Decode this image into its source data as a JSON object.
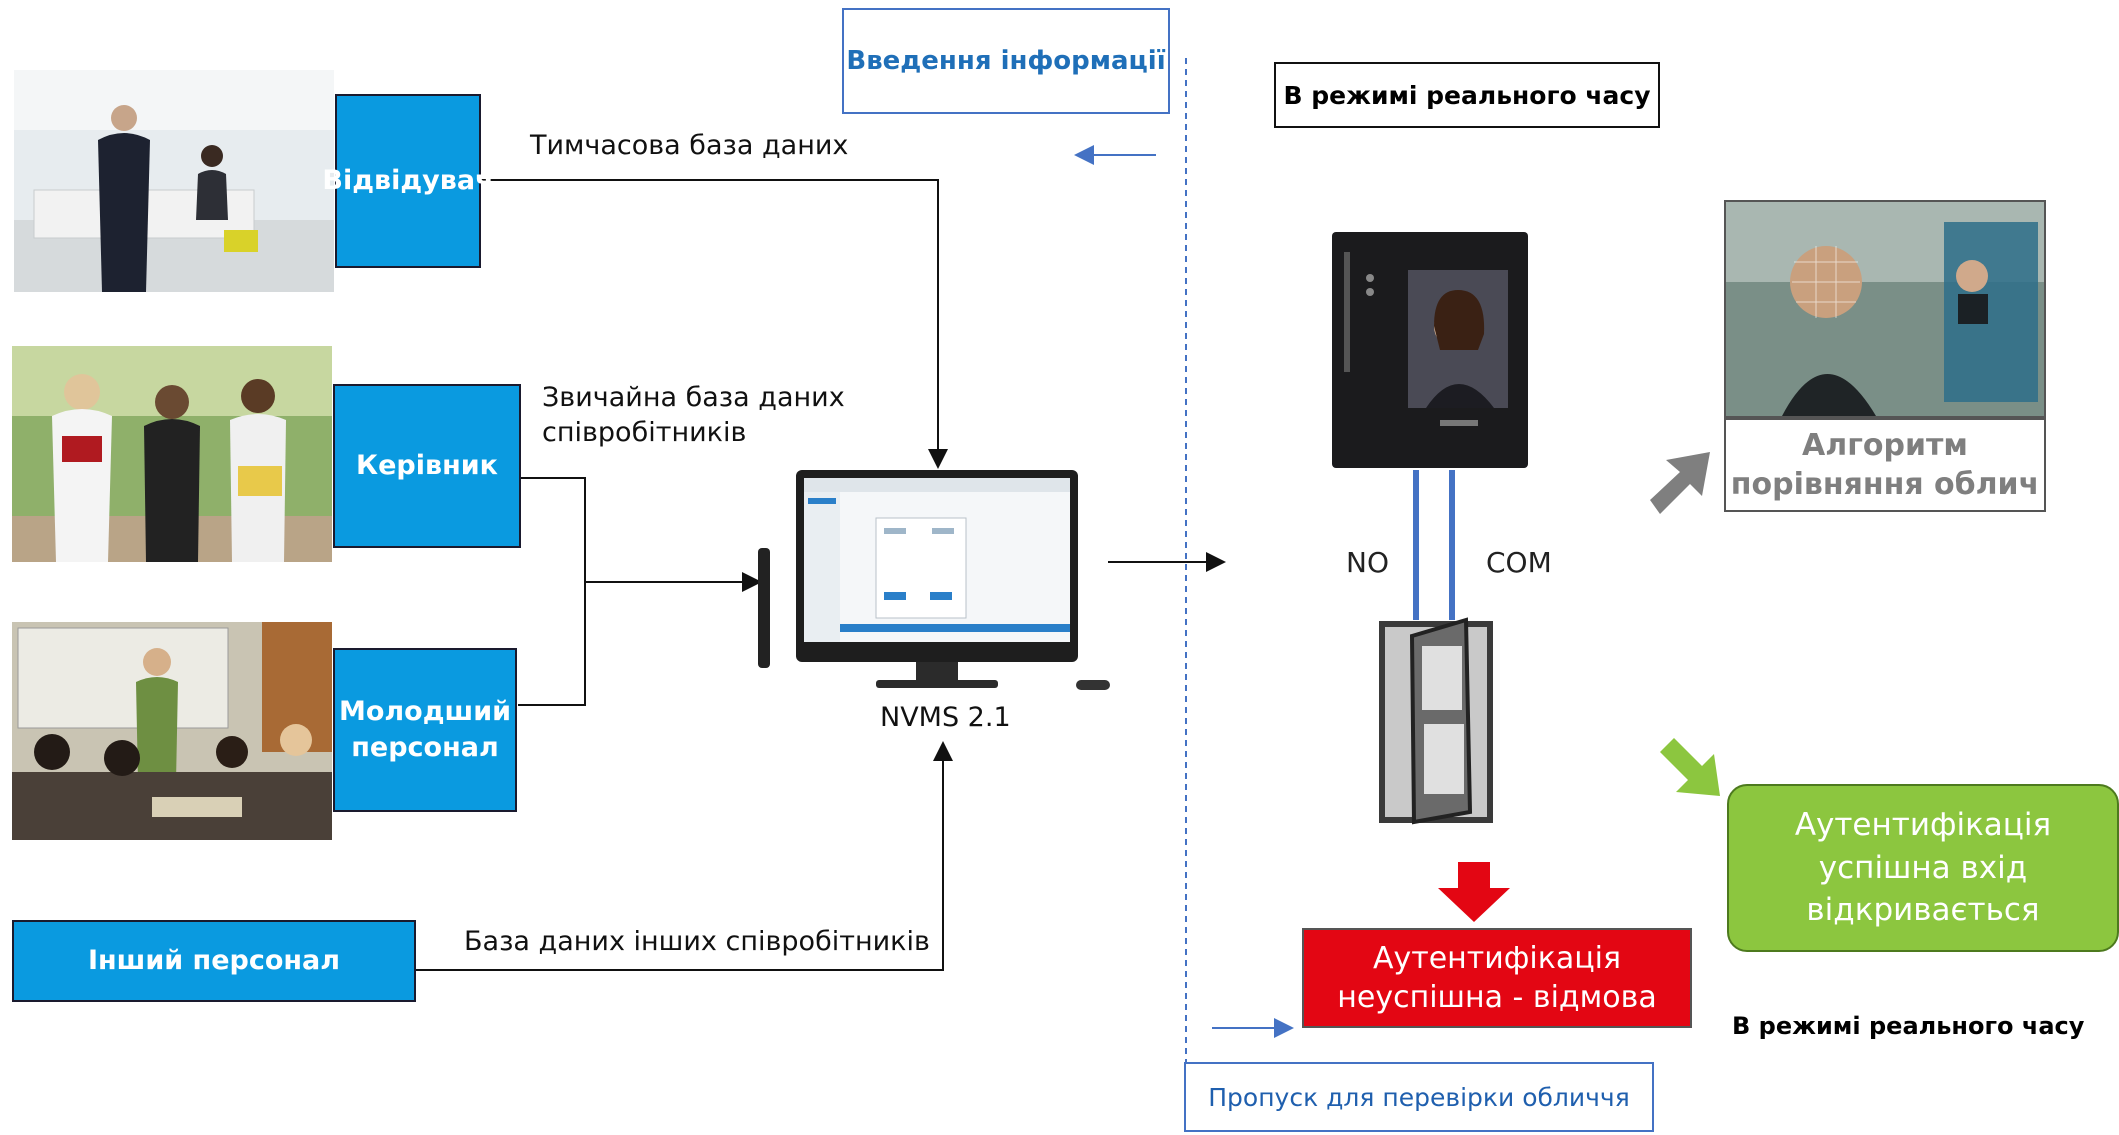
{
  "colors": {
    "role_blue": "#0a9ae0",
    "success_green": "#8cc63f",
    "fail_red": "#e30613",
    "arrow_gray": "#7f7f7f",
    "link_blue": "#4472c4"
  },
  "header": {
    "input_info": "Введення інформації",
    "realtime_top": "В режимі реального часу"
  },
  "roles": {
    "visitor": "Відвідувач",
    "manager": "Керівник",
    "junior": "Молодший персонал",
    "other": "Інший персонал"
  },
  "databases": {
    "temporary": "Тимчасова база даних",
    "regular": "Звичайна база даних співробітників",
    "others": "База даних інших співробітників"
  },
  "system": {
    "name": "NVMS 2.1",
    "relay_no": "NO",
    "relay_com": "COM"
  },
  "results": {
    "algorithm": "Алгоритм порівняння облич",
    "success": "Аутентифікація успішна вхід відкривається",
    "fail": "Аутентифікація неуспішна - відмова",
    "realtime_bottom": "В режимі реального часу",
    "pass": "Пропуск для перевірки обличчя"
  }
}
